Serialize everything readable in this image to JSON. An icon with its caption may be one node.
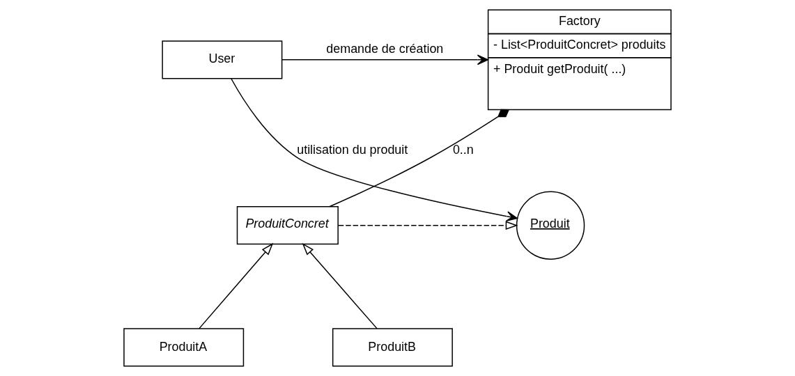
{
  "diagram": {
    "nodes": [
      {
        "text": [
          "User"
        ]
      },
      {
        "text": [
          "Factory",
          "- List<ProduitConcret> produits",
          "+ Produit getProduit( ...)"
        ]
      },
      {
        "text": [
          "Produit"
        ]
      },
      {
        "text": [
          "ProduitConcret"
        ]
      },
      {
        "text": [
          "ProduitA"
        ]
      },
      {
        "text": [
          "ProduitB"
        ]
      }
    ],
    "edges": [
      {
        "from": 0,
        "to": 1,
        "arrow": "to",
        "label": "demande de création"
      },
      {
        "from": 0,
        "to": 2,
        "arrow": "to",
        "label": "utilisation du produit"
      },
      {
        "from": 1,
        "to": 3,
        "arrow": "other",
        "label": "0..n"
      },
      {
        "from": 3,
        "to": 2,
        "arrow": "to",
        "style": "dashed"
      },
      {
        "from": 4,
        "to": 3,
        "arrow": "to"
      },
      {
        "from": 5,
        "to": 3,
        "arrow": "to"
      }
    ]
  }
}
